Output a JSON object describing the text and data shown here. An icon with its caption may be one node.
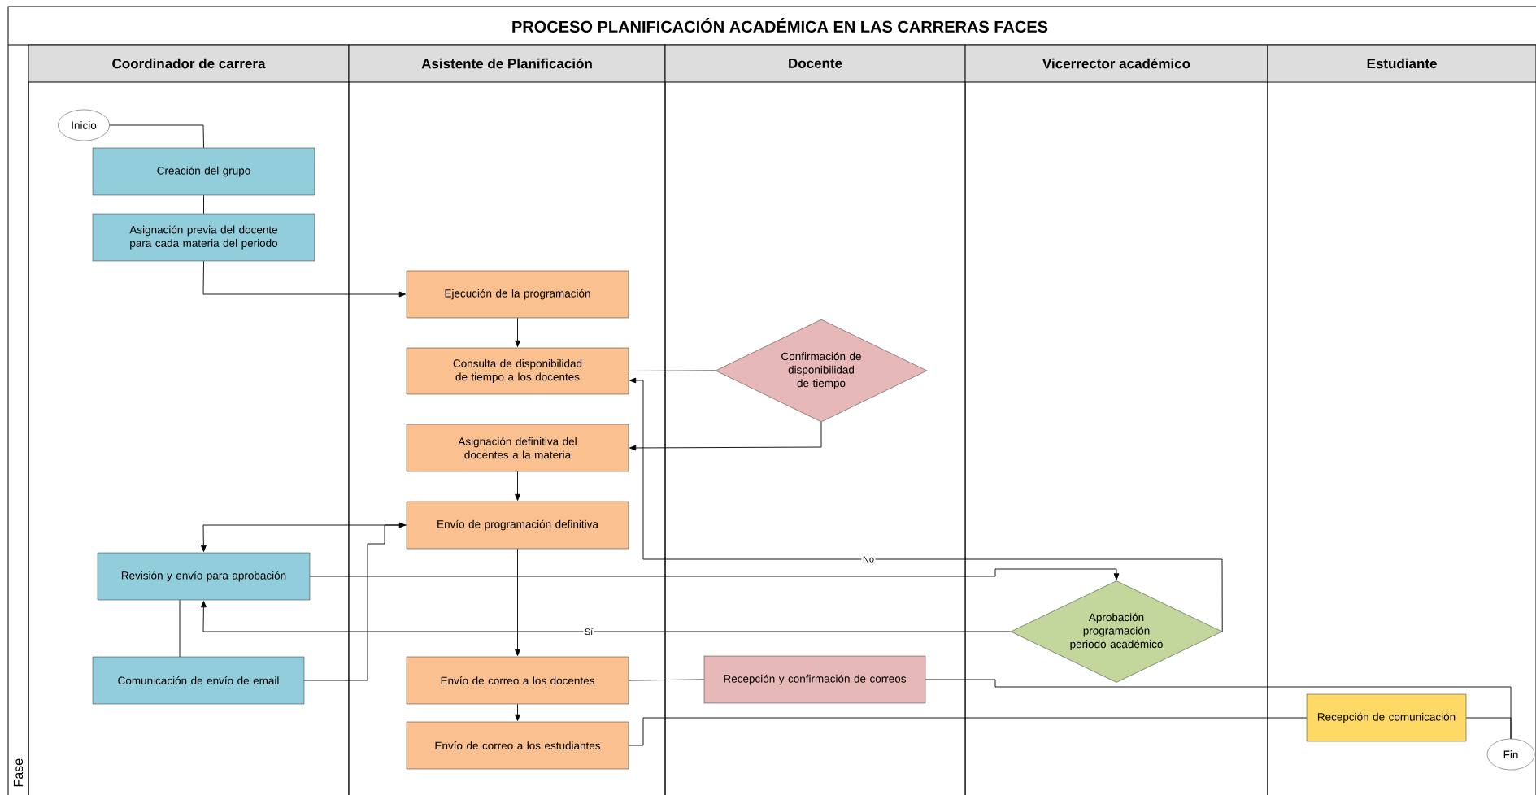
{
  "diagram": {
    "title": "PROCESO PLANIFICACIÓN ACADÉMICA EN LAS CARRERAS FACES",
    "nodes": [
      {
        "text": [
          "Coordinador de carrera"
        ]
      },
      {
        "text": [
          "Asistente de Planificación"
        ]
      },
      {
        "text": [
          "Docente"
        ]
      },
      {
        "text": [
          "Vicerrector académico"
        ]
      },
      {
        "text": [
          "Estudiante"
        ]
      },
      {
        "text": [
          "Inicio"
        ],
        "in": 0
      },
      {
        "text": [
          "Creación del grupo"
        ],
        "in": 0
      },
      {
        "text": [
          "Asignación previa del docente para cada materia del periodo"
        ],
        "in": 0
      },
      {
        "text": [
          "Ejecución de la programación"
        ],
        "in": 1
      },
      {
        "text": [
          "Consulta de disponibilidad de tiempo a los docentes"
        ],
        "in": 1
      },
      {
        "text": [
          "Confirmación de disponibilidad de tiempo"
        ],
        "in": 2
      },
      {
        "text": [
          "Asignación definitiva del docentes a la materia"
        ],
        "in": 1
      },
      {
        "text": [
          "Envío de programación definitiva"
        ],
        "in": 1
      },
      {
        "text": [
          "Revisión y envío para aprobación"
        ],
        "in": 0
      },
      {
        "text": [
          "Comunicación de envío de email"
        ],
        "in": 0
      },
      {
        "text": [
          "Aprobación programación periodo académico"
        ],
        "in": 3
      },
      {
        "text": [
          "Envío de correo a los docentes"
        ],
        "in": 1
      },
      {
        "text": [
          "Envío de correo a los estudiantes"
        ],
        "in": 1
      },
      {
        "text": [
          "Recepción y confirmación de correos"
        ],
        "in": 2
      },
      {
        "text": [
          "Recepción de comunicación"
        ],
        "in": 4
      },
      {
        "text": [
          "Fin"
        ],
        "in": 4
      }
    ],
    "edges": [
      {
        "from": 5,
        "to": 6,
        "arrow": "none"
      },
      {
        "from": 6,
        "to": 7,
        "arrow": "none"
      },
      {
        "from": 7,
        "to": 8,
        "arrow": "to"
      },
      {
        "from": 8,
        "to": 9,
        "arrow": "to"
      },
      {
        "from": 10,
        "to": 9,
        "arrow": "none"
      },
      {
        "from": 10,
        "to": 11,
        "arrow": "to"
      },
      {
        "from": 11,
        "to": 12,
        "arrow": "to"
      },
      {
        "from": 12,
        "to": 13,
        "arrow": "to"
      },
      {
        "from": 14,
        "to": 12,
        "arrow": "to"
      },
      {
        "from": 13,
        "to": 15,
        "arrow": "to"
      },
      {
        "from": 15,
        "to": 9,
        "arrow": "to",
        "label": "No"
      },
      {
        "from": 15,
        "to": 13,
        "arrow": "to",
        "label": "Sí"
      },
      {
        "from": 14,
        "to": 13,
        "arrow": "none"
      },
      {
        "from": 16,
        "to": 17,
        "arrow": "to"
      },
      {
        "from": 12,
        "to": 16,
        "arrow": "to"
      },
      {
        "from": 16,
        "to": 18,
        "arrow": "none"
      },
      {
        "from": 18,
        "to": 20,
        "arrow": "none"
      },
      {
        "from": 17,
        "to": 19,
        "arrow": "none"
      },
      {
        "from": 19,
        "to": 20,
        "arrow": "none"
      }
    ],
    "labels": [
      "Fase"
    ]
  }
}
